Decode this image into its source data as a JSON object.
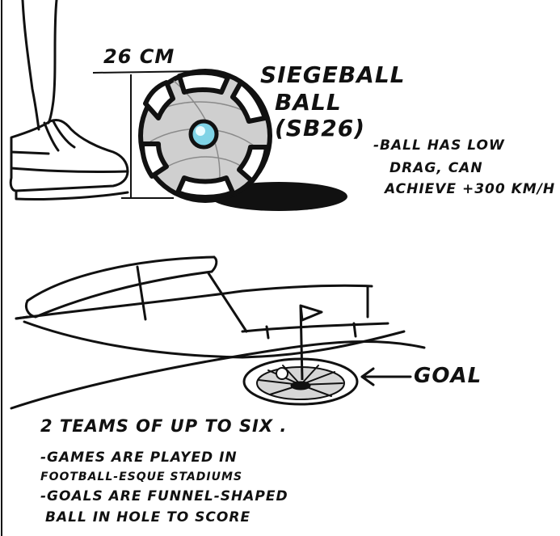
{
  "colors": {
    "ink": "#111111",
    "ball_shade": "#cfcfcf",
    "ball_core": "#7fd3e6",
    "paper": "#ffffff"
  },
  "icons": [
    "ball-illustration",
    "shoe-illustration",
    "stadium-illustration",
    "goal-funnel-illustration",
    "flag-icon",
    "arrow-left-icon"
  ],
  "ball_section": {
    "dimension_label": "26 cm",
    "title_line1": "SIEGEBALL",
    "title_line2": "BALL",
    "title_line3": "(SB26)",
    "note_line1": "-BALL HAS LOW",
    "note_line2": "DRAG, CAN",
    "note_line3": "ACHIEVE +300 km/h"
  },
  "stadium_section": {
    "goal_label": "GOAL",
    "teams_line": "2 TEAMS OF UP TO SIX .",
    "bullet1_line1": "-GAMES ARE PLAYED IN",
    "bullet1_line2": "FOOTBALL-ESQUE STADIUMS",
    "bullet2_line1": "-GOALS ARE FUNNEL-SHAPED",
    "bullet2_line2": "BALL IN HOLE TO SCORE"
  }
}
